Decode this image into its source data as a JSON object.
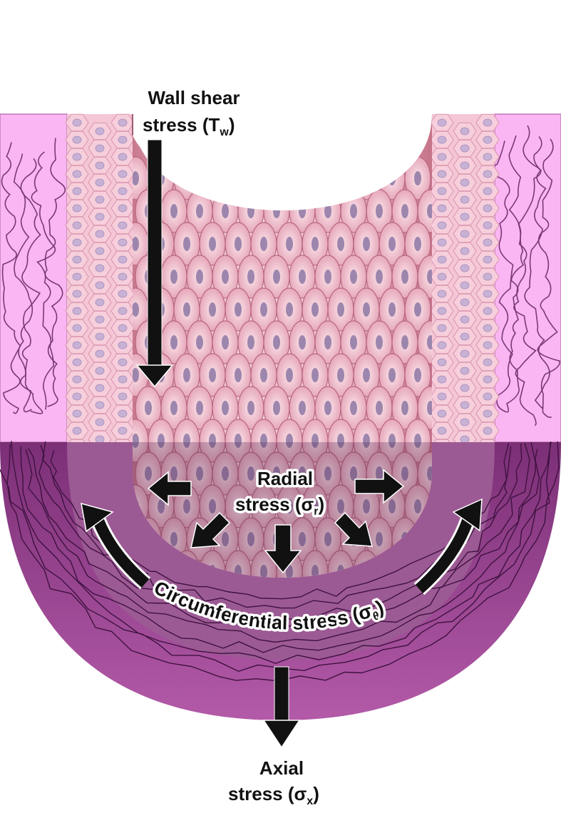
{
  "labels": {
    "wall_shear_line1": "Wall shear",
    "wall_shear_line2": "stress (T",
    "wall_shear_sub": "w",
    "radial_line1": "Radial",
    "radial_line2": "stress (σ",
    "radial_sub": "r",
    "circumferential": "Circumferential stress (σ",
    "circumferential_sub": "θ",
    "axial_line1": "Axial",
    "axial_line2": "stress (σ",
    "axial_sub": "x",
    "close_paren": ")"
  },
  "colors": {
    "adventitia_upper": "#f9b6f2",
    "adventitia_lower": "#8c3a86",
    "media_cells": "#f4c6d6",
    "lumen_endothelium": "#e8a6b6",
    "nucleus": "#b89ac8",
    "fiber": "#6e2e6a",
    "arrow": "#111111"
  },
  "icons": [
    "arrow-down-icon",
    "arrow-left-icon",
    "arrow-right-icon",
    "curved-arrow-icon"
  ]
}
